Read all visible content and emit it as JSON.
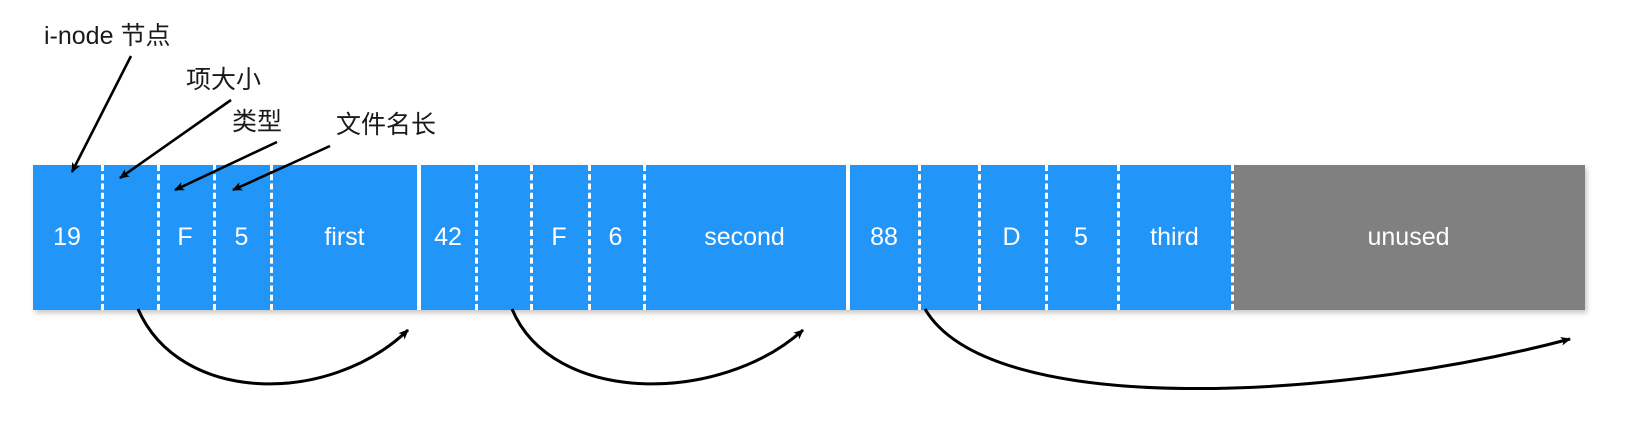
{
  "diagram": {
    "title": "directory-entry-layout",
    "colors": {
      "entry_fill": "#2196f8",
      "unused_fill": "#808080",
      "separator": "#ffffff",
      "text_on_fill": "#ffffff",
      "label_text": "#1a1a1a",
      "arrow": "#000000"
    },
    "callouts": [
      {
        "id": "inode",
        "label": "i-node 节点"
      },
      {
        "id": "entry-size",
        "label": "项大小"
      },
      {
        "id": "type",
        "label": "类型"
      },
      {
        "id": "name-len",
        "label": "文件名长"
      }
    ],
    "entries": [
      {
        "id": "entry-1",
        "fields": [
          {
            "name": "inode",
            "value": "19"
          },
          {
            "name": "entry-size",
            "value": ""
          },
          {
            "name": "type",
            "value": "F"
          },
          {
            "name": "name-len",
            "value": "5"
          },
          {
            "name": "filename",
            "value": "first"
          }
        ]
      },
      {
        "id": "entry-2",
        "fields": [
          {
            "name": "inode",
            "value": "42"
          },
          {
            "name": "entry-size",
            "value": ""
          },
          {
            "name": "type",
            "value": "F"
          },
          {
            "name": "name-len",
            "value": "6"
          },
          {
            "name": "filename",
            "value": "second"
          }
        ]
      },
      {
        "id": "entry-3",
        "fields": [
          {
            "name": "inode",
            "value": "88"
          },
          {
            "name": "entry-size",
            "value": ""
          },
          {
            "name": "type",
            "value": "D"
          },
          {
            "name": "name-len",
            "value": "5"
          },
          {
            "name": "filename",
            "value": "third"
          }
        ]
      }
    ],
    "unused": {
      "label": "unused"
    },
    "link_arrows": [
      {
        "id": "entry-1-to-entry-2",
        "from": "entry-1",
        "to": "entry-2"
      },
      {
        "id": "entry-2-to-entry-3",
        "from": "entry-2",
        "to": "entry-3"
      },
      {
        "id": "entry-3-to-unused",
        "from": "entry-3",
        "to": "unused"
      }
    ]
  }
}
